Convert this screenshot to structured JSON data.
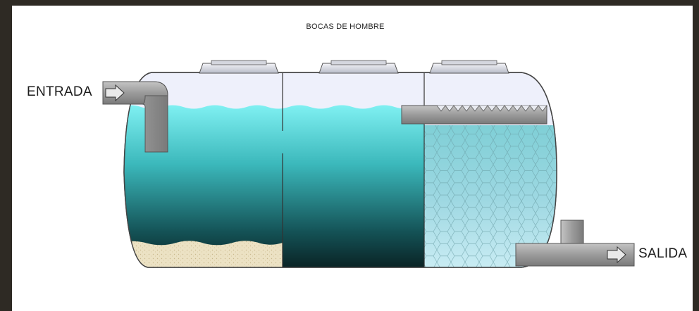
{
  "diagram": {
    "title": "BOCAS DE HOMBRE",
    "inlet_label": "ENTRADA",
    "outlet_label": "SALIDA"
  },
  "colors": {
    "water_top": "#7fe9ec",
    "water_mid": "#2aa6a9",
    "water_bottom": "#0e2a2c",
    "filter_media": "#bfe3ea",
    "sludge": "#e8dcb8",
    "air_space": "#eef0fb",
    "pipe": "#9a9a9a"
  }
}
